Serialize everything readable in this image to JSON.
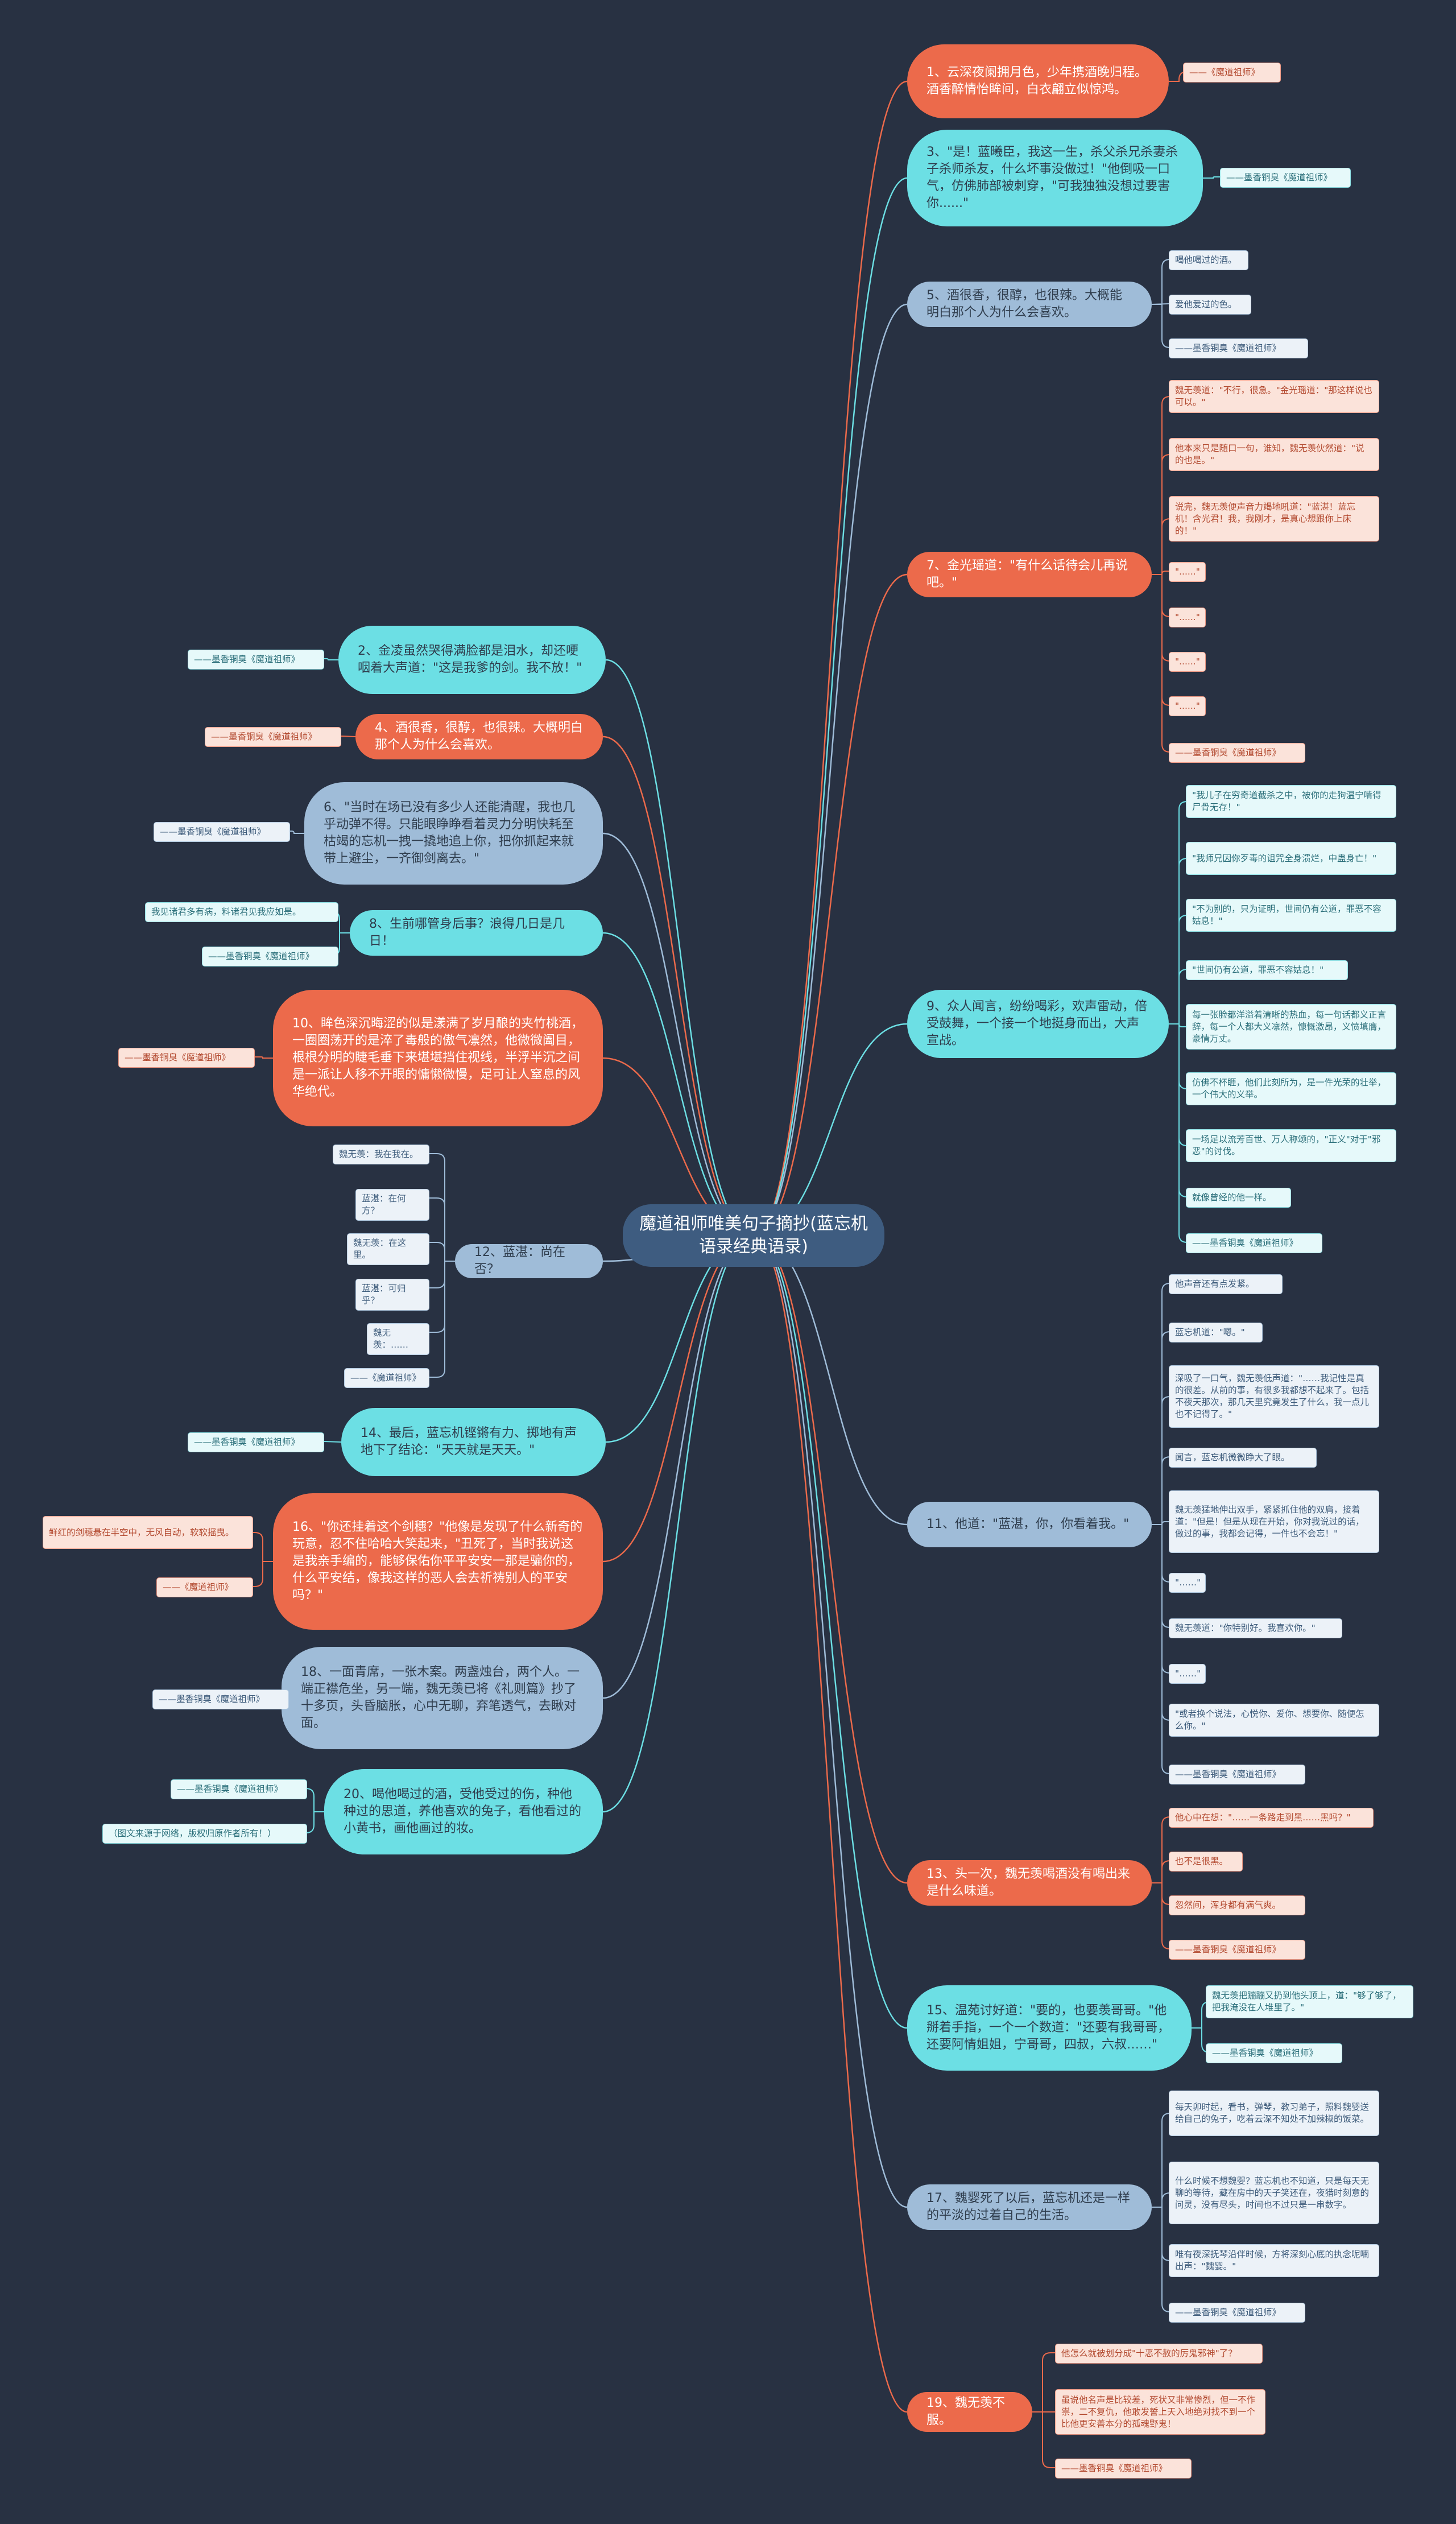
{
  "center": {
    "title": "魔道祖师唯美句子摘抄(蓝忘机语录经典语录)"
  },
  "branches": [
    {
      "text": "1、云深夜阑拥月色，少年携酒晚归程。酒香醉情怡眸间，白衣翩立似惊鸿。",
      "color": "orange",
      "leaves": [
        "——《魔道祖师》"
      ]
    },
    {
      "text": "3、\"是！蓝曦臣，我这一生，杀父杀兄杀妻杀子杀师杀友，什么坏事没做过！\"他倒吸一口气，仿佛肺部被刺穿，\"可我独独没想过要害你......\"",
      "color": "cyan",
      "leaves": [
        "——墨香铜臭《魔道祖师》"
      ]
    },
    {
      "text": "5、酒很香，很醇，也很辣。大概能明白那个人为什么会喜欢。",
      "color": "blue",
      "leaves": [
        "喝他喝过的酒。",
        "爱他爱过的色。",
        "——墨香铜臭《魔道祖师》"
      ]
    },
    {
      "text": "7、金光瑶道：\"有什么话待会儿再说吧。\"",
      "color": "orange",
      "leaves": [
        "魏无羡道：\"不行，很急。\"金光瑶道：\"那这样说也可以。\"",
        "他本来只是随口一句，谁知，魏无羡伙然道：\"说的也是。\"",
        "说完，魏无羡便声音力竭地吼道：\"蓝湛！蓝忘机！含光君！我，我刚才，是真心想跟你上床的！\"",
        "\"......\"",
        "\"......\"",
        "\"......\"",
        "\"......\"",
        "——墨香铜臭《魔道祖师》"
      ]
    },
    {
      "text": "9、众人闻言，纷纷喝彩，欢声雷动，倍受鼓舞，一个接一个地挺身而出，大声宣战。",
      "color": "cyan",
      "leaves": [
        "\"我儿子在穷奇道截杀之中，被你的走狗温宁啃得尸骨无存！\"",
        "\"我师兄因你歹毒的诅咒全身溃烂，中蛊身亡！\"",
        "\"不为别的，只为证明，世间仍有公道，罪恶不容姑息！\"",
        "\"世间仍有公道，罪恶不容姑息！\"",
        "每一张脸都洋溢着清晰的热血，每一句话都义正言辞，每一个人都大义凛然，慷慨激昂，义愤填膺，豪情万丈。",
        "仿佛不杯睚，他们此刻所为，是一件光荣的壮举，一个伟大的义举。",
        "一场足以流芳百世、万人称颂的，\"正义\"对于\"邪恶\"的讨伐。",
        "就像曾经的他一样。",
        "——墨香铜臭《魔道祖师》"
      ]
    },
    {
      "text": "11、他道：\"蓝湛，你，你看着我。\"",
      "color": "blue",
      "leaves": [
        "他声音还有点发紧。",
        "蓝忘机道：\"嗯。\"",
        "深吸了一口气，魏无羡低声道：\"……我记性是真的很差。从前的事，有很多我都想不起来了。包括不夜天那次，那几天里究竟发生了什么，我一点儿也不记得了。\"",
        "闻言，蓝忘机微微睁大了眼。",
        "魏无羡猛地伸出双手，紧紧抓住他的双肩，接着道：\"但是！但是从现在开始，你对我说过的话，做过的事，我都会记得，一件也不会忘！\"",
        "\"……\"",
        "魏无羡道：\"你特别好。我喜欢你。\"",
        "\"……\"",
        "\"或者换个说法，心悦你、爱你、想要你、随便怎么你。\"",
        "——墨香铜臭《魔道祖师》"
      ]
    },
    {
      "text": "13、头一次，魏无羡喝酒没有喝出来是什么味道。",
      "color": "orange",
      "leaves": [
        "他心中在想：\"……一条路走到黑……黑吗？\"",
        "也不是很黑。",
        "忽然间，浑身都有满气爽。",
        "——墨香铜臭《魔道祖师》"
      ]
    },
    {
      "text": "15、温苑讨好道：\"要的，也要羡哥哥。\"他掰着手指，一个一个数道：\"还要有我哥哥，还要阿情姐姐，宁哥哥，四叔，六叔……\"",
      "color": "cyan",
      "leaves": [
        "魏无羡把蹦蹦又扔到他头顶上，道：\"够了够了，把我淹没在人堆里了。\"",
        "——墨香铜臭《魔道祖师》"
      ]
    },
    {
      "text": "17、魏婴死了以后，蓝忘机还是一样的平淡的过着自己的生活。",
      "color": "blue",
      "leaves": [
        "每天卯时起，看书，弹琴，教习弟子，照料魏婴送给自己的兔子，吃着云深不知处不加辣椒的饭菜。",
        "什么时候不想魏婴？蓝忘机也不知道，只是每天无聊的等待，藏在房中的天子笑还在，夜猎时刻意的问灵，没有尽头，时间也不过只是一串数字。",
        "唯有夜深抚琴沿伴时候，方将深刻心底的执念呢喃出声：\"魏婴。\"",
        "——墨香铜臭《魔道祖师》"
      ]
    },
    {
      "text": "19、魏无羡不服。",
      "color": "orange",
      "leaves": [
        "他怎么就被划分成\"十恶不赦的厉鬼邪神\"了？",
        "虽说他名声是比较差，死状又非常惨烈，但一不作祟，二不复仇，他敢发誓上天入地绝对找不到一个比他更安善本分的孤魂野鬼！",
        "——墨香铜臭《魔道祖师》"
      ]
    },
    {
      "text": "2、金凌虽然哭得满脸都是泪水，却还哽咽着大声道：\"这是我爹的剑。我不放！\"",
      "color": "cyan",
      "leaves": [
        "——墨香铜臭《魔道祖师》"
      ]
    },
    {
      "text": "4、酒很香，很醇，也很辣。大概明白那个人为什么会喜欢。",
      "color": "orange",
      "leaves": [
        "——墨香铜臭《魔道祖师》"
      ]
    },
    {
      "text": "6、\"当时在场已没有多少人还能清醒，我也几乎动弹不得。只能眼睁睁看着灵力分明快耗至枯竭的忘机一拽一撬地追上你，把你抓起来就带上避尘，一齐御剑离去。\"",
      "color": "blue",
      "leaves": [
        "——墨香铜臭《魔道祖师》"
      ]
    },
    {
      "text": "8、生前哪管身后事？浪得几日是几日！",
      "color": "cyan",
      "leaves": [
        "我见诸君多有病，料诸君见我应如是。",
        "——墨香铜臭《魔道祖师》"
      ]
    },
    {
      "text": "10、眸色深沉晦涩的似是漾满了岁月酿的夹竹桃酒，一圈圈荡开的是淬了毒般的傲气凛然，他微微阖目，根根分明的睫毛垂下来堪堪挡住视线，半浮半沉之间是一派让人移不开眼的慵懒微慢，足可让人窒息的风华绝代。",
      "color": "orange",
      "leaves": [
        "——墨香铜臭《魔道祖师》"
      ]
    },
    {
      "text": "12、蓝湛：尚在否？",
      "color": "blue",
      "leaves": [
        "魏无羡：我在我在。",
        "蓝湛：在何方？",
        "魏无羡：在这里。",
        "蓝湛：可归乎？",
        "魏无羡：……",
        "——《魔道祖师》"
      ]
    },
    {
      "text": "14、最后，蓝忘机铿锵有力、掷地有声地下了结论：\"天天就是天天。\"",
      "color": "cyan",
      "leaves": [
        "——墨香铜臭《魔道祖师》"
      ]
    },
    {
      "text": "16、\"你还挂着这个剑穗？\"他像是发现了什么新奇的玩意，忍不住哈哈大笑起来，\"丑死了，当时我说这是我亲手编的，能够保佑你平平安安一那是骗你的，什么平安结，像我这样的恶人会去祈祷别人的平安吗？\"",
      "color": "orange",
      "leaves": [
        "鲜红的剑穗悬在半空中，无风自动，软软摇曳。",
        "——《魔道祖师》"
      ]
    },
    {
      "text": "18、一面青席，一张木案。两盏烛台，两个人。一端正襟危坐，另一端，魏无羡已将《礼则篇》抄了十多页，头昏脑胀，心中无聊，弃笔透气，去瞅对面。",
      "color": "blue",
      "leaves": [
        "——墨香铜臭《魔道祖师》"
      ]
    },
    {
      "text": "20、喝他喝过的酒，受他受过的伤，种他种过的思道，养他喜欢的兔子，看他看过的小黄书，画他画过的妆。",
      "color": "cyan",
      "leaves": [
        "——墨香铜臭《魔道祖师》",
        "（图文来源于网络，版权归原作者所有！）"
      ]
    }
  ],
  "colors": {
    "background": "#283142",
    "center": "#3e5c80",
    "orange": "#ec6a4b",
    "cyan": "#6cdfe4",
    "blue": "#9fbcd8"
  }
}
